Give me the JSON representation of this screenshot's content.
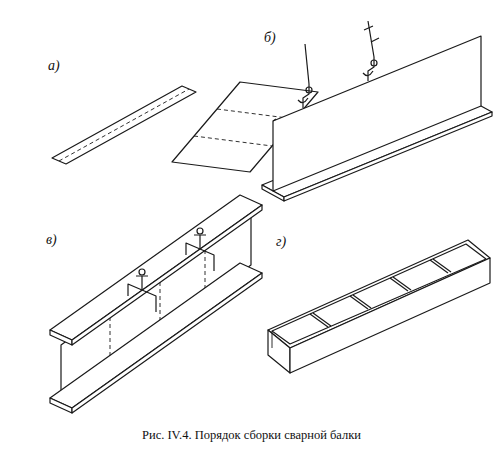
{
  "diagram": {
    "caption": "Рис. IV.4. Порядок сборки сварной балки",
    "labels": [
      "а)",
      "б)",
      "в)",
      "г)"
    ]
  }
}
